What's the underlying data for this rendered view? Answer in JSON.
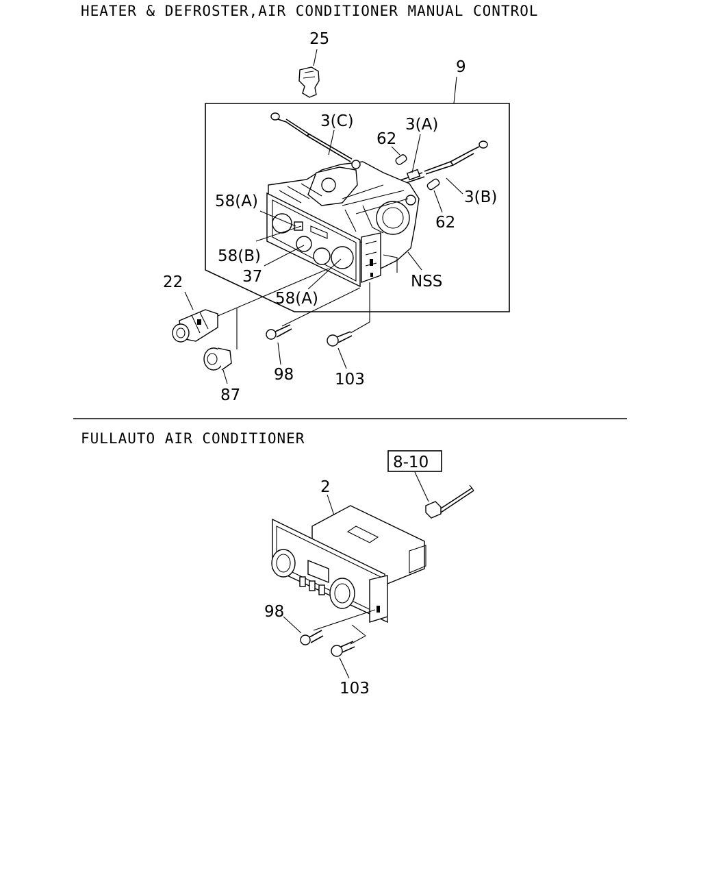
{
  "section1": {
    "title": "HEATER & DEFROSTER,AIR CONDITIONER MANUAL CONTROL"
  },
  "section2": {
    "title": "FULLAUTO AIR CONDITIONER"
  },
  "labels": {
    "p25": "25",
    "p9": "9",
    "p3c": "3(C)",
    "p62a": "62",
    "p3a": "3(A)",
    "p3b": "3(B)",
    "p62b": "62",
    "p58a1": "58(A)",
    "p58b": "58(B)",
    "p37": "37",
    "p58a2": "58(A)",
    "pnss": "NSS",
    "p22": "22",
    "p98a": "98",
    "p103a": "103",
    "p87": "87",
    "p810": "8-10",
    "p2": "2",
    "p98b": "98",
    "p103b": "103"
  }
}
